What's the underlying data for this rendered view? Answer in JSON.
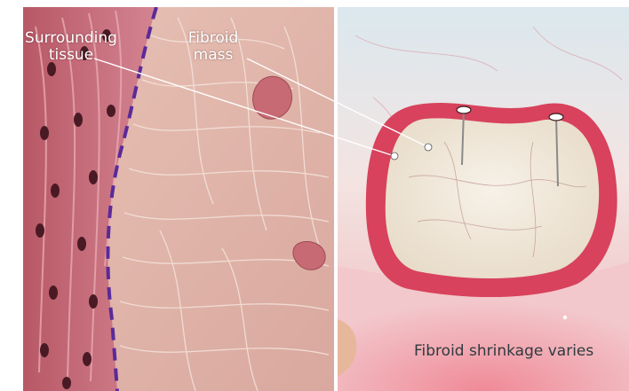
{
  "labels": {
    "surrounding_line1": "Surrounding",
    "surrounding_line2": "tissue",
    "fibroid_line1": "Fibroid",
    "fibroid_line2": "mass"
  },
  "caption": "Fibroid shrinkage varies",
  "colors": {
    "boundary_dashed_line": "#5a2a9a",
    "muscle_fill": "#c86a78",
    "fibroid_fill": "#eecdbf",
    "uterine_wall": "#d8425c",
    "fibroid_mass_fill": "#f3eadd",
    "background_right": "#f1e8ec"
  }
}
